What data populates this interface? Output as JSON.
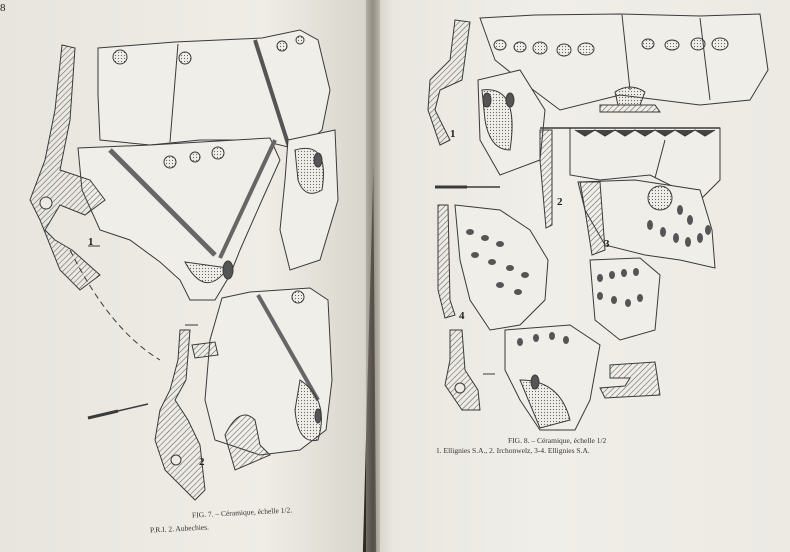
{
  "page_number": "8",
  "figure7": {
    "labels": [
      "1",
      "2"
    ],
    "caption_title": "FIG. 7. – Céramique, échelle 1/2.",
    "caption_legend": "P.R.I. 2. Aubechies."
  },
  "figure8": {
    "labels": [
      "1",
      "2",
      "3",
      "4"
    ],
    "caption_title": "FIG. 8. – Céramique, échelle 1/2",
    "caption_legend": "1. Ellignies S.A., 2. Irchonwelz, 3-4. Ellignies S.A."
  },
  "colors": {
    "paper": "#eceae3",
    "ink": "#3a3a3a",
    "background": "#2f2a24"
  }
}
